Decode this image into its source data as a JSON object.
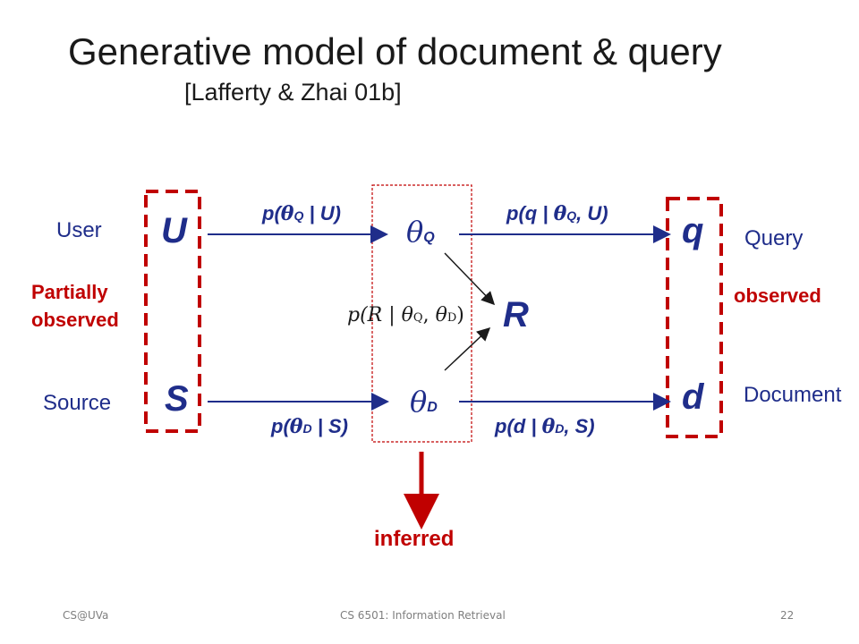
{
  "title": {
    "main": "Generative model of document & query",
    "citation": "[Lafferty & Zhai 01b]"
  },
  "nodes": {
    "U": "U",
    "S": "S",
    "q": "q",
    "d": "d",
    "R": "R",
    "theta": "θ",
    "theta_q_sub": "Q",
    "theta_d_sub": "D"
  },
  "labels": {
    "user": "User",
    "source": "Source",
    "query": "Query",
    "document": "Document",
    "partially": "Partially",
    "observed_left": "observed",
    "observed_right": "observed",
    "inferred": "inferred"
  },
  "edges": {
    "p_open": "p(",
    "cond_U": " | U)",
    "cond_S": " | S)",
    "q_open": "p(q | ",
    "d_open": "p(d | ",
    "cond_U2": ", U)",
    "cond_S2": ", S)",
    "rel_open": "p(R | ",
    "rel_comma": ", ",
    "rel_close": ")"
  },
  "footer": {
    "left": "CS@UVa",
    "center": "CS 6501: Information Retrieval",
    "right": "22"
  },
  "colors": {
    "blue": "#1f2d8a",
    "red": "#c00000",
    "box_dotted": "#c00000"
  }
}
